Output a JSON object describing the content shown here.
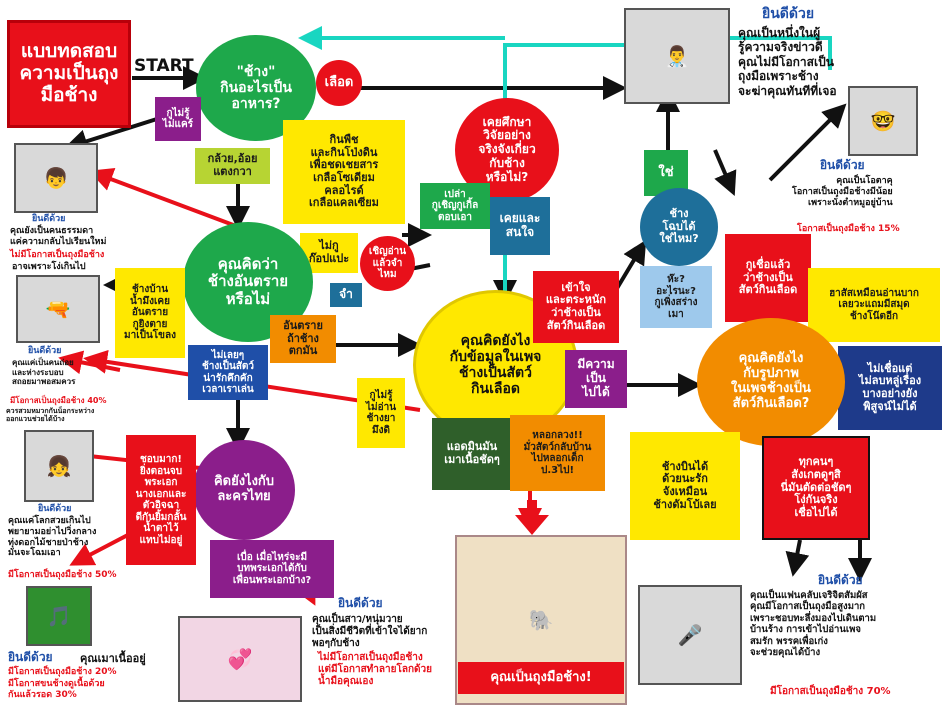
{
  "title": "แบบทดสอบ\nความเป็นถุง\nมือช้าง",
  "start": "START",
  "colors": {
    "red": "#e8101a",
    "green": "#1ea84b",
    "blue": "#1f4fa8",
    "navy": "#1e3a8a",
    "yellow": "#ffe800",
    "purple": "#8b1e8b",
    "orange": "#f28c00",
    "teal": "#1e6f9a",
    "darkgreen": "#2f5f2a",
    "lightgreen": "#b7d433",
    "cyan": "#19d6c1"
  },
  "nodes": {
    "q_eat": "\"ช้าง\"\nกินอะไรเป็น\nอาหาร?",
    "blood": "เลือด",
    "dunno1": "กูไม่รู้\nไม่แคร์",
    "banana": "กล้วย,อ้อย\nแตงกวา",
    "plants": "กินพืช\nและกินโป่งดิน\nเพื่อชดเชยสาร\nเกลือโซเดียม\nคลอไรด์\nเกลือแคลเซียม",
    "q_study": "เคยศึกษา\nวิจัยอย่าง\nจริงจังเกี่ยว\nกับช้าง\nหรือไม่?",
    "noinvite": "เปล่า\nกูเชิญกูเกิ้ล\nตอบเอา",
    "studied": "เคยและ\nสนใจ",
    "notgoback": "ไม่กู\nก๊อปแปะ",
    "invitememorize": "เชิญอ่าน\nแล้วจำ\nไหม",
    "remember": "จำ",
    "q_danger": "คุณคิดว่า\nช้างอันตราย\nหรือไม่",
    "homeelephant": "ช้างบ้าน\nน้ำมึงเคย\nอันตราย\nกูยิงตาย\nมาเป็นโขลง",
    "notdanger": "ไม่เลยๆ\nช้างเป็นสัตว์\nน่ารักคึกคัก\nเวลาเราเล่น",
    "danger": "อันตราย\nถ้าช้างตกมัน",
    "q_page": "คุณคิดยังไง\nกับข้อมูลในเพจ\nช้างเป็นสัตว์\nกินเลือด",
    "understand": "เข้าใจ\nและตระหนัก\nว่าช้างเป็น\nสัตว์กินเลือด",
    "dontknow2": "กูไม่รู้\nไม่อ่าน\nช้างยา\nมึงดิ",
    "admin": "แอดมินมัน\nเมาเนื้อชัดๆ",
    "possible": "มีความเป็น\nไปได้",
    "lie": "หลอกลวง!!\nมั่วสัตว์กลับบ้าน\nไปหลอกเด็ก\nป.3ไป!",
    "yes": "ใช่",
    "q_fly": "ช้าง\nโฉบได้\nใช่ไหม?",
    "what": "ห๊ะ?\nอะไรนะ?\nกูเพิ่งสร่าง\nเมา",
    "believe": "กูเชื่อแล้ว\nว่าช้างเป็น\nสัตว์กินเลือด",
    "haha": "ฮาสัสเหมือนอ่านบาก\nเลยวะแถมมีสมุด\nช้างโน๊ตอีก",
    "notbelieve": "ไม่เชื่อแต่\nไม่ลบหลู่เรื่อง\nบางอย่างยัง\nพิสูจน์ไม่ได้",
    "q_pic": "คุณคิดยังไง\nกับรูปภาพ\nในเพจช้างเป็น\nสัตว์กินเลือด?",
    "flycute": "ช้างบินได้\nด้วยนะรัก\nจังเหมือน\nช้างดัมโบ้เลย",
    "everyone": "ทุกคนๆ\nสังเกตดูๆสิ\nนี่มันตัดต่อชัดๆ\nโง่กันจริง\nเชื่อไปได้",
    "q_drama": "คิดยังไงกับ\nละครไทย",
    "lovedrama": "ชอบมาก!\nยิ่งตอนจบ\nพระเอก\nนางเอกและ\nตัวอิจฉา\nดีกันยิ้มกลั้น\nน้ำตาไว้\nแทบไม่อยู่",
    "bored": "เบื่อ  เมื่อไหร่จะมี\nบทพระเอกได้กับ\nเพื่อนพระเอกบ้าง?",
    "result_glove": "คุณเป็นถุงมือช้าง!"
  },
  "results": {
    "doctor_head": "ยินดีด้วย",
    "doctor_body": "คุณเป็นหนึ่งในผู้\nรู้ความจริงข่าวดี\nคุณไม่มีโอกาสเป็น\nถุงมือเพราะช้าง\nจะฆ่าคุณทันทีที่เจอ",
    "otaku_head": "ยินดีด้วย",
    "otaku_body": "คุณเป็นโอตาคุ\nโอกาสเป็นถุงมือช้างมีน้อย\nเพราะนั่งตำหมูอยู่บ้าน",
    "otaku_pct": "โอกาสเป็นถุงมือช้าง  15%",
    "normal_head": "ยินดีด้วย",
    "normal_body": "คุณยังเป็นคนธรรมดา\nแค่ความกลับไปเรียนใหม่",
    "normal_red": "ไม่มีโอกาสเป็นถุงมือช้าง",
    "normal_tail": "อาจเพราะโง่เกินไป",
    "shooter_head": "ยินดีด้วย",
    "shooter_body": "คุณแค่เป็นคนถ่อย\nและห่างระบอบ\nสถอยมาพอสมควร",
    "shooter_pct": "มีโอกาสเป็นถุงมือช้าง 40%",
    "shooter_tail": "ควรสวมหมวกกันน็อกระหว่าง\nออกแวนช่วยได้บ้าง",
    "girl_head": "ยินดีด้วย",
    "girl_body": "คุณแค่โลกสวยเกินไป\nพยายามอย่าไปวิ่งกลาง\nทุ่งดอกไม้ชายป่าช้าง\nมันจะโฉมเอา",
    "girl_pct": "มีโอกาสเป็นถุงมือช้าง  50%",
    "bob_head": "ยินดีด้วย",
    "bob_body": "คุณเมาเนื้ออยู่",
    "bob_pct1": "มีโอกาสเป็นถุงมือช้าง  20%",
    "bob_pct2": "มีโอกาสขนช้างดูเนื้อด้วย\nกันแล้วรอด  30%",
    "gay_head": "ยินดีด้วย",
    "gay_body": "คุณเป็นสาว/หนุ่มวาย\nเป็นสิ่งมีชีวิตที่เข้าใจได้ยาก\nพอๆกับช้าง",
    "gay_red": "ไม่มีโอกาสเป็นถุงมือช้าง\nแต่มีโอกาสทำลายโลกด้วย\nน้ำมือคุณเอง",
    "fan_head": "ยินดีด้วย",
    "fan_body": "คุณเป็นแฟนคลับเจริจิตสัมผัส\nคุณมีโอกาสเป็นถุงมือสูงมาก\nเพราะชอบทะลึ่งมองไปเดินตาม\nบ้านร้าง  การเข้าไปอ่านเพจ\nสมรัก  พรรคเพื่อเก่ง\nจะช่วยคุณได้บ้าง",
    "fan_pct": "มีโอกาสเป็นถุงมือช้าง  70%"
  },
  "icons": {
    "doctor": "doctor-photo-icon",
    "otaku": "otaku-cartoon-icon",
    "kid": "kid-meme-icon",
    "shooter": "shooter-photo-icon",
    "girl": "anime-girl-icon",
    "bob": "rasta-man-icon",
    "yaoi": "yaoi-manga-icon",
    "singer": "singer-photo-icon",
    "elephant": "elephant-sketch-icon"
  }
}
